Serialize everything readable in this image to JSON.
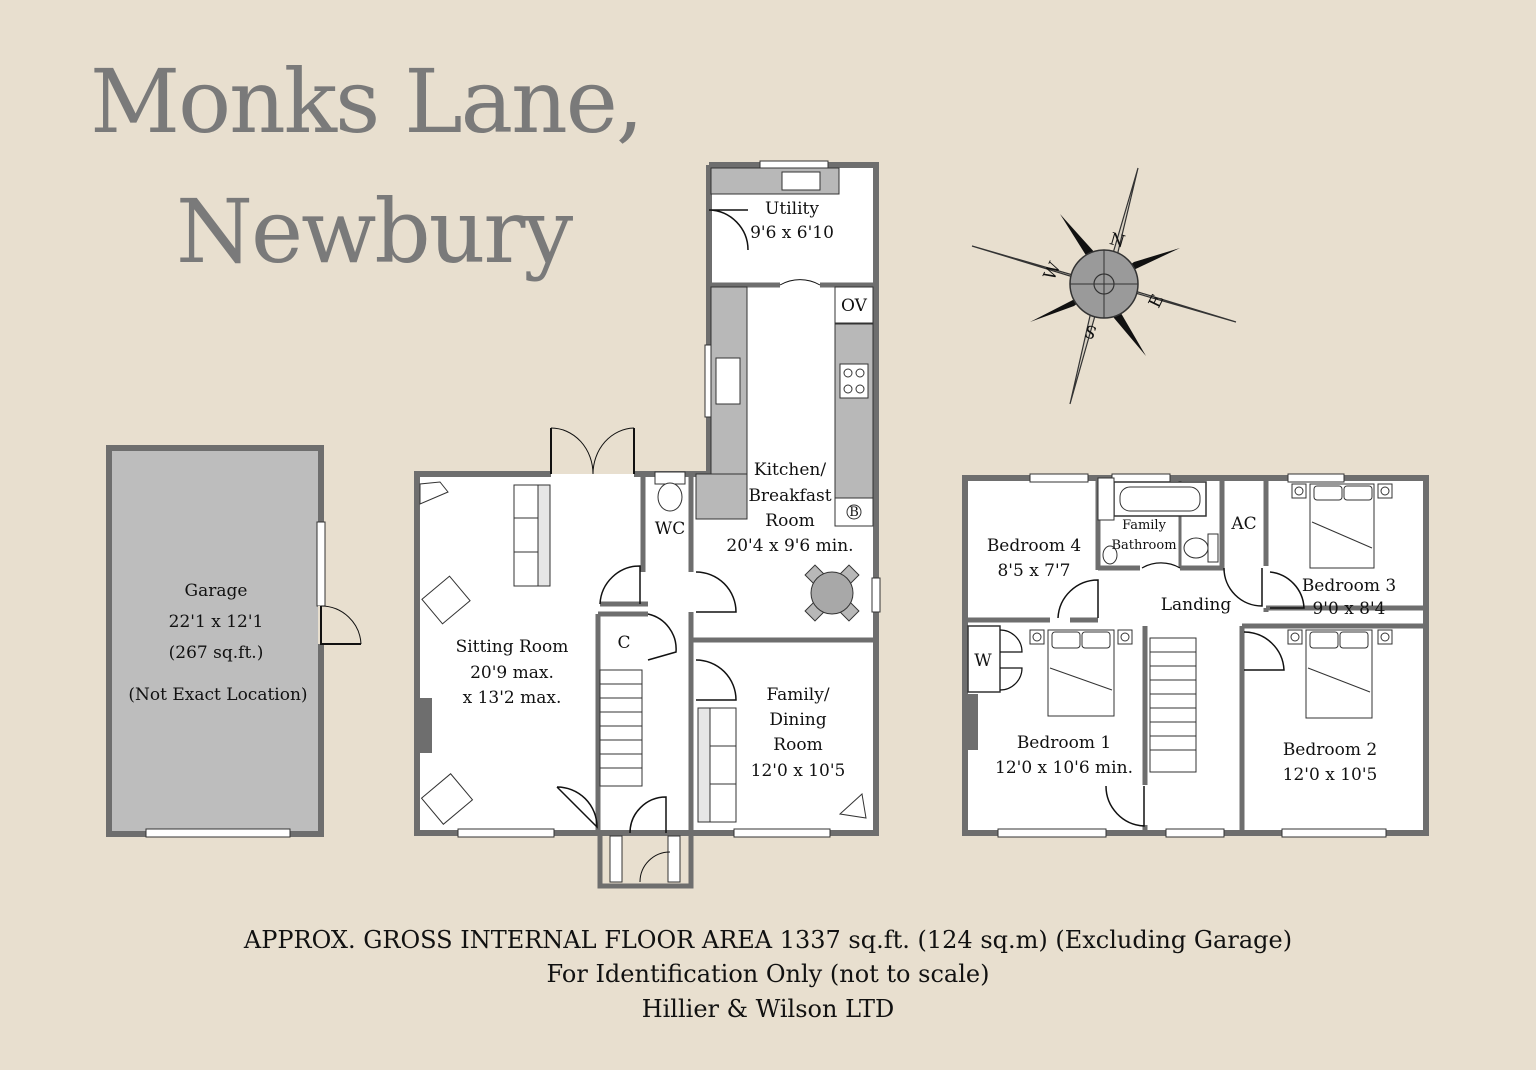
{
  "title": {
    "line1": "Monks Lane,",
    "line2": "Newbury"
  },
  "compass": {
    "n": "N",
    "e": "E",
    "s": "S",
    "w": "W"
  },
  "garage": {
    "name": "Garage",
    "size": "22'1 x 12'1",
    "area": "(267 sq.ft.)",
    "note": "(Not Exact Location)"
  },
  "ground_floor": {
    "utility": {
      "name": "Utility",
      "size": "9'6 x 6'10"
    },
    "oven": "OV",
    "kitchen": {
      "line1": "Kitchen/",
      "line2": "Breakfast",
      "line3": "Room",
      "size": "20'4 x 9'6 min."
    },
    "boiler": "B",
    "wc": "WC",
    "cupboard": "C",
    "sitting_room": {
      "name": "Sitting Room",
      "size1": "20'9 max.",
      "size2": "x 13'2 max."
    },
    "family_dining": {
      "line1": "Family/",
      "line2": "Dining",
      "line3": "Room",
      "size": "12'0 x 10'5"
    }
  },
  "first_floor": {
    "bedroom4": {
      "name": "Bedroom 4",
      "size": "8'5 x 7'7"
    },
    "bathroom": {
      "line1": "Family",
      "line2": "Bathroom"
    },
    "airing_cupboard": "AC",
    "bedroom3": {
      "name": "Bedroom 3",
      "size": "9'0 x 8'4"
    },
    "landing": "Landing",
    "wardrobe": "W",
    "bedroom1": {
      "name": "Bedroom 1",
      "size": "12'0 x 10'6 min."
    },
    "bedroom2": {
      "name": "Bedroom 2",
      "size": "12'0 x 10'5"
    }
  },
  "footer": {
    "line1": "APPROX. GROSS INTERNAL FLOOR AREA 1337 sq.ft. (124 sq.m) (Excluding Garage)",
    "line2": "For Identification Only (not to scale)",
    "line3": "Hillier & Wilson LTD"
  },
  "colors": {
    "background": "#e8dfcf",
    "wall": "#6e6e6e",
    "room_fill": "#ffffff",
    "garage_fill": "#bdbdbd",
    "title": "#7a7a7a",
    "fitting": "#b8b8b8"
  }
}
